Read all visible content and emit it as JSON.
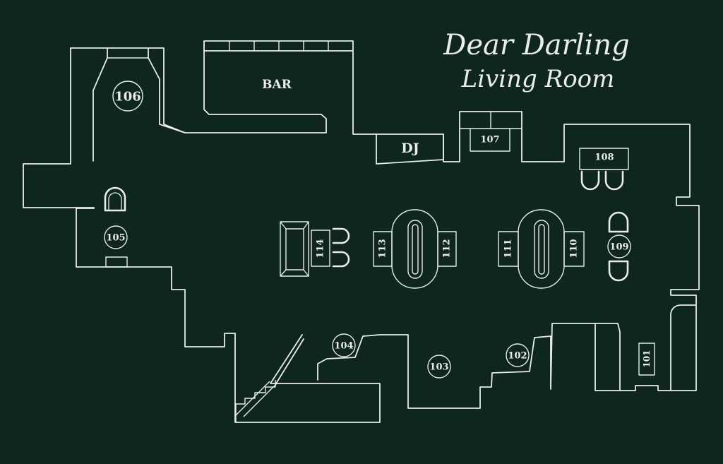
{
  "title": {
    "line1": "Dear Darling",
    "line2": "Living Room"
  },
  "zones": {
    "bar": "BAR",
    "dj": "DJ"
  },
  "tables": {
    "t101": "101",
    "t102": "102",
    "t103": "103",
    "t104": "104",
    "t105": "105",
    "t106": "106",
    "t107": "107",
    "t108": "108",
    "t109": "109",
    "t110": "110",
    "t111": "111",
    "t112": "112",
    "t113": "113",
    "t114": "114"
  },
  "colors": {
    "background": "#0f2620",
    "lines": "#e9ece7"
  }
}
